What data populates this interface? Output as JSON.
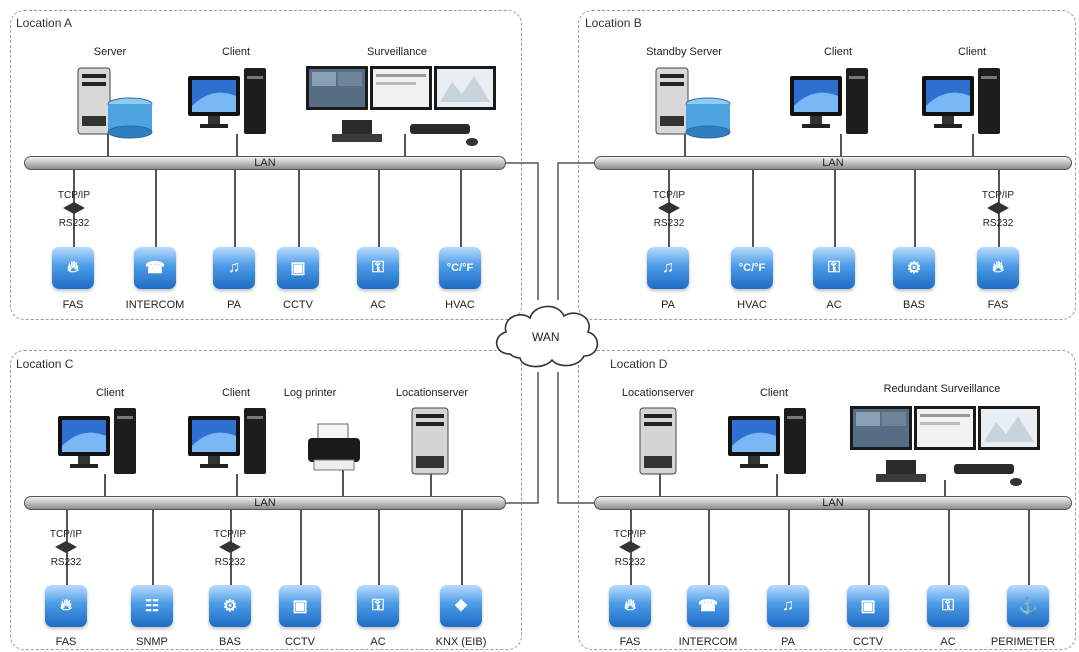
{
  "network": {
    "wan_label": "WAN",
    "lan_label": "LAN",
    "converter_top": "TCP/IP",
    "converter_bottom": "RS232"
  },
  "locations": [
    {
      "title": "Location A",
      "nodes": [
        "Server",
        "Client",
        "Surveillance"
      ],
      "devices": [
        "FAS",
        "INTERCOM",
        "PA",
        "CCTV",
        "AC",
        "HVAC"
      ]
    },
    {
      "title": "Location B",
      "nodes": [
        "Standby Server",
        "Client",
        "Client"
      ],
      "devices": [
        "PA",
        "HVAC",
        "AC",
        "BAS",
        "FAS"
      ]
    },
    {
      "title": "Location C",
      "nodes": [
        "Client",
        "Client",
        "Log printer",
        "Locationserver"
      ],
      "devices": [
        "FAS",
        "SNMP",
        "BAS",
        "CCTV",
        "AC",
        "KNX (EIB)"
      ]
    },
    {
      "title": "Location D",
      "nodes": [
        "Locationserver",
        "Client",
        "Redundant Surveillance"
      ],
      "devices": [
        "FAS",
        "INTERCOM",
        "PA",
        "CCTV",
        "AC",
        "PERIMETER"
      ]
    }
  ]
}
